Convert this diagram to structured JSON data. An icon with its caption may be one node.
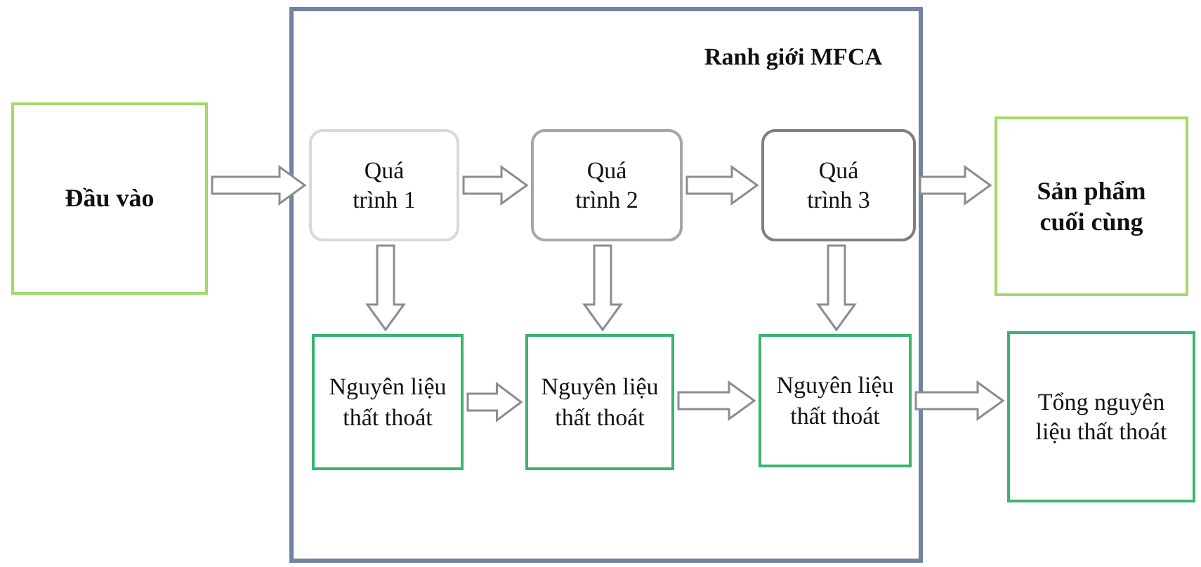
{
  "diagram": {
    "nodes": [
      {
        "text": [
          "Đầu vào"
        ]
      },
      {
        "text": [
          "Ranh giới MFCA"
        ]
      },
      {
        "text": [
          "Quá trình 1"
        ],
        "in": 1
      },
      {
        "text": [
          "Quá trình 2"
        ],
        "in": 1
      },
      {
        "text": [
          "Quá trình 3"
        ],
        "in": 1
      },
      {
        "text": [
          "Sản phẩm cuối cùng"
        ]
      },
      {
        "text": [
          "Nguyên liệu thất thoát"
        ],
        "in": 1
      },
      {
        "text": [
          "Nguyên liệu thất thoát"
        ],
        "in": 1
      },
      {
        "text": [
          "Nguyên liệu thất thoát"
        ],
        "in": 1
      },
      {
        "text": [
          "Tổng nguyên liệu thất thoát"
        ]
      }
    ],
    "edges": [
      {
        "from": 0,
        "to": 2,
        "arrow": "to"
      },
      {
        "from": 2,
        "to": 3,
        "arrow": "to"
      },
      {
        "from": 3,
        "to": 4,
        "arrow": "to"
      },
      {
        "from": 4,
        "to": 5,
        "arrow": "to"
      },
      {
        "from": 2,
        "to": 6,
        "arrow": "to"
      },
      {
        "from": 3,
        "to": 7,
        "arrow": "to"
      },
      {
        "from": 4,
        "to": 8,
        "arrow": "to"
      },
      {
        "from": 6,
        "to": 7,
        "arrow": "to"
      },
      {
        "from": 7,
        "to": 8,
        "arrow": "to"
      },
      {
        "from": 8,
        "to": 9,
        "arrow": "to"
      }
    ]
  }
}
